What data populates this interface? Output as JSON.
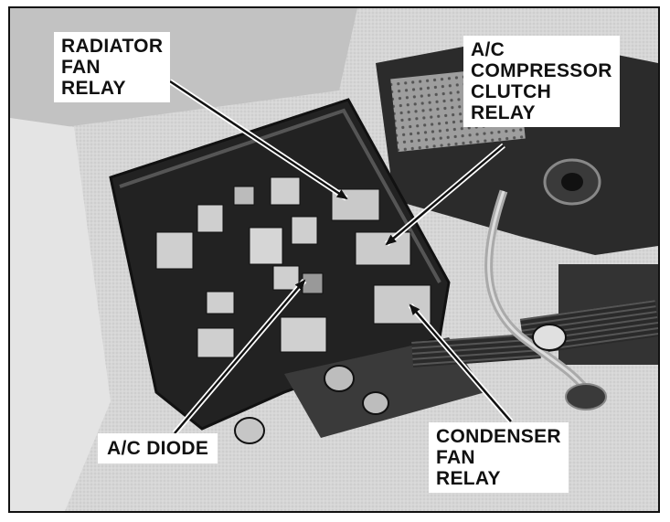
{
  "labels": {
    "radiator_fan_relay": "RADIATOR\nFAN\nRELAY",
    "ac_compressor_clutch_relay": "A/C\nCOMPRESSOR\nCLUTCH\nRELAY",
    "ac_diode": "A/C DIODE",
    "condenser_fan_relay": "CONDENSER\nFAN\nRELAY"
  },
  "colors": {
    "background": "#d9d9d9",
    "fuse_box": "#222222",
    "relay": "#cfcfcf",
    "outline": "#111111"
  }
}
